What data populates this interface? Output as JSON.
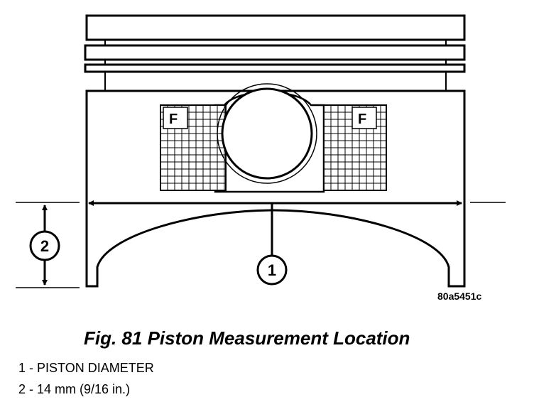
{
  "figure": {
    "image_id": "80a5451c",
    "caption": "Fig. 81 Piston Measurement Location"
  },
  "callouts": [
    {
      "number": "1"
    },
    {
      "number": "2"
    }
  ],
  "grid_marks": {
    "left": "F",
    "right": "F"
  },
  "legend": [
    {
      "text": "1 - PISTON DIAMETER"
    },
    {
      "text": "2 - 14 mm (9/16 in.)"
    }
  ]
}
